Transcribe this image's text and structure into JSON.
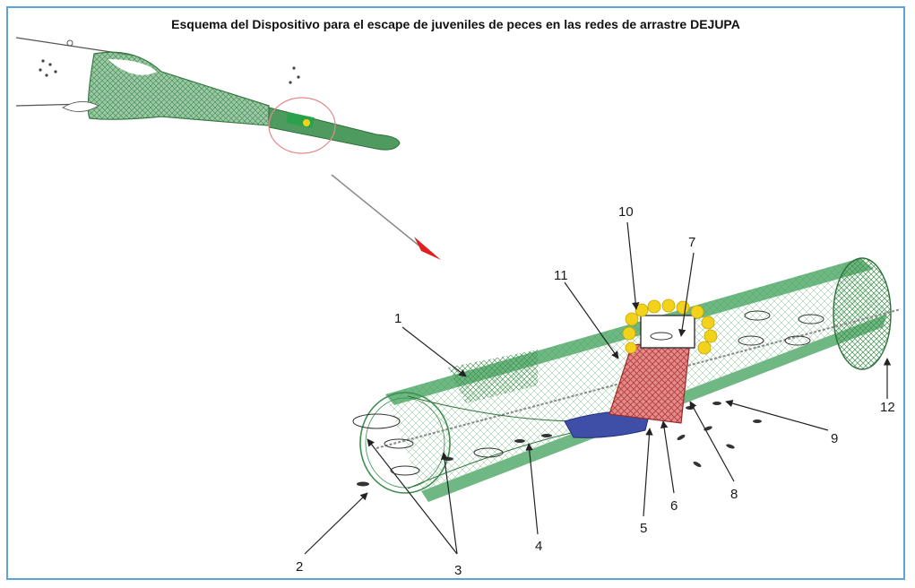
{
  "title": "Esquema del Dispositivo para el escape de juveniles de peces en las redes de arrastre DEJUPA",
  "colors": {
    "frame": "#5aa5d6",
    "net_green": "#4f9a5f",
    "net_dark": "#2f6f3a",
    "panel_red": "#d95a5a",
    "blue_cone": "#3f4fa8",
    "float_yellow": "#f2d21b",
    "arrow_red": "#e02020"
  },
  "labels": [
    "1",
    "2",
    "3",
    "4",
    "5",
    "6",
    "7",
    "8",
    "9",
    "10",
    "11",
    "12"
  ]
}
